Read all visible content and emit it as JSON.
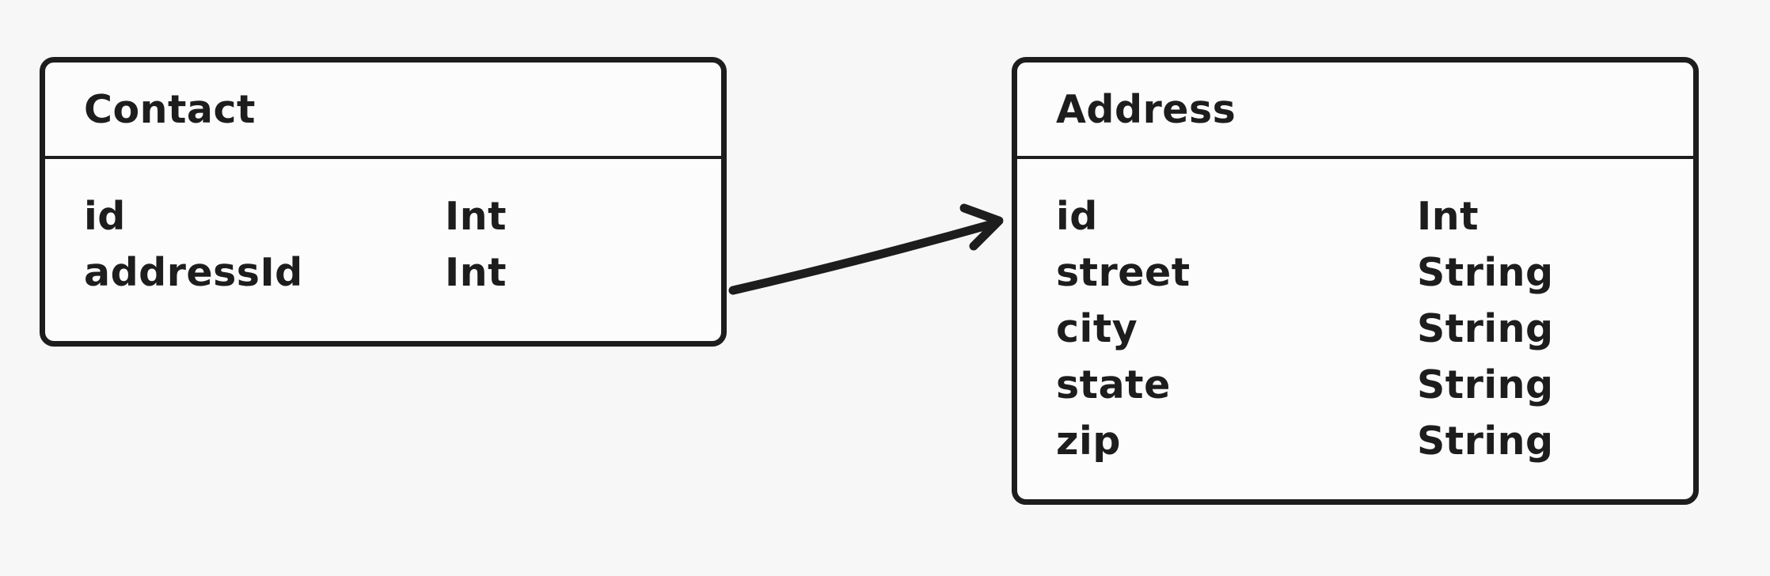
{
  "diagram": {
    "background_color": "#f7f7f8",
    "stroke_color": "#1d1d1d",
    "box_fill_color": "#fcfcfd"
  },
  "entities": [
    {
      "name": "Contact",
      "fields": [
        {
          "name": "id",
          "type": "Int"
        },
        {
          "name": "addressId",
          "type": "Int"
        }
      ]
    },
    {
      "name": "Address",
      "fields": [
        {
          "name": "id",
          "type": "Int"
        },
        {
          "name": "street",
          "type": "String"
        },
        {
          "name": "city",
          "type": "String"
        },
        {
          "name": "state",
          "type": "String"
        },
        {
          "name": "zip",
          "type": "String"
        }
      ]
    }
  ],
  "relationship": {
    "from": "Contact",
    "to": "Address",
    "style": "arrow"
  }
}
